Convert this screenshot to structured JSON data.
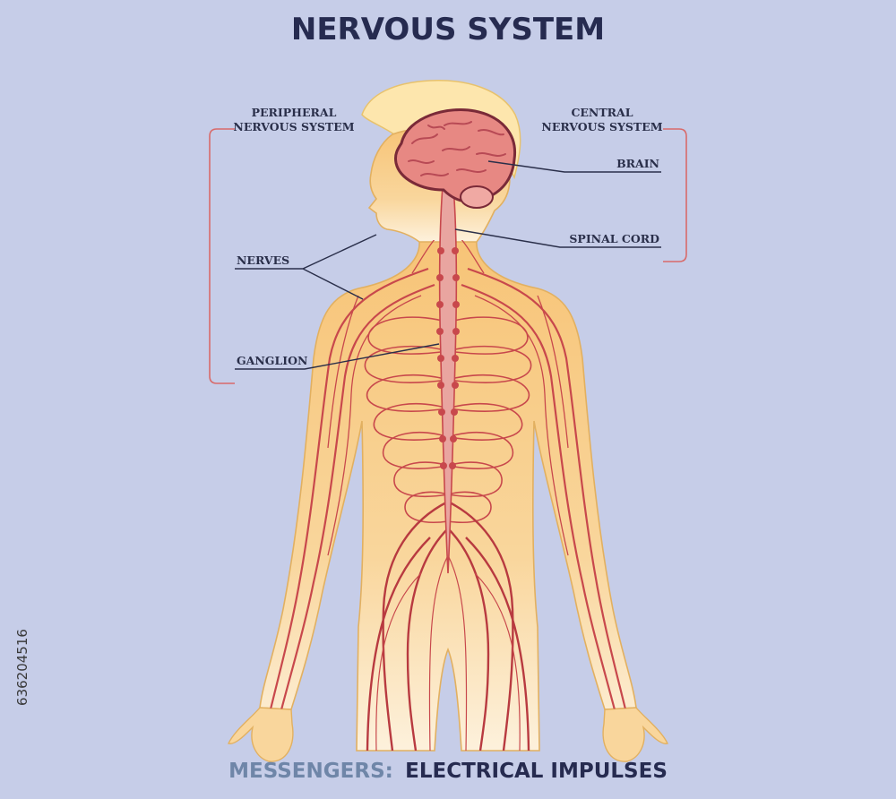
{
  "title": "NERVOUS SYSTEM",
  "labels": {
    "peripheral_line1": "PERIPHERAL",
    "peripheral_line2": "NERVOUS SYSTEM",
    "central_line1": "CENTRAL",
    "central_line2": "NERVOUS SYSTEM",
    "brain": "BRAIN",
    "spinal_cord": "SPINAL CORD",
    "nerves": "NERVES",
    "ganglion": "GANGLION"
  },
  "footer": {
    "key": "MESSENGERS:",
    "value": "ELECTRICAL IMPULSES"
  },
  "stock_id": "636204516",
  "colors": {
    "background": "#c6cde8",
    "skin": "#f7c77a",
    "hair": "#fde6ad",
    "brain": "#e78883",
    "nerve": "#c8484c",
    "bracket": "#d86a6a",
    "text_dark": "#262b50",
    "text_accent": "#6f86a8"
  }
}
